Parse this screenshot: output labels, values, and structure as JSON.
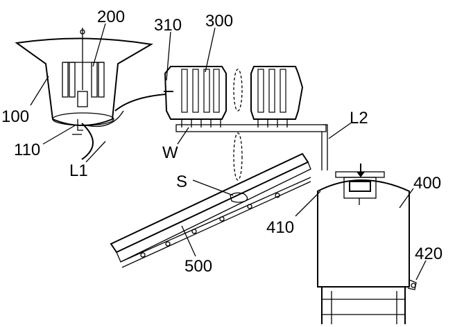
{
  "labels": {
    "hopper": "100",
    "hopper_outlet": "110",
    "stirrer": "200",
    "dryer": "300",
    "dryer_inlet": "310",
    "tank": "400",
    "tank_inlet": "410",
    "tank_valve": "420",
    "conveyor": "500",
    "line_1": "L1",
    "line_2": "L2",
    "water": "W",
    "sample": "S"
  }
}
